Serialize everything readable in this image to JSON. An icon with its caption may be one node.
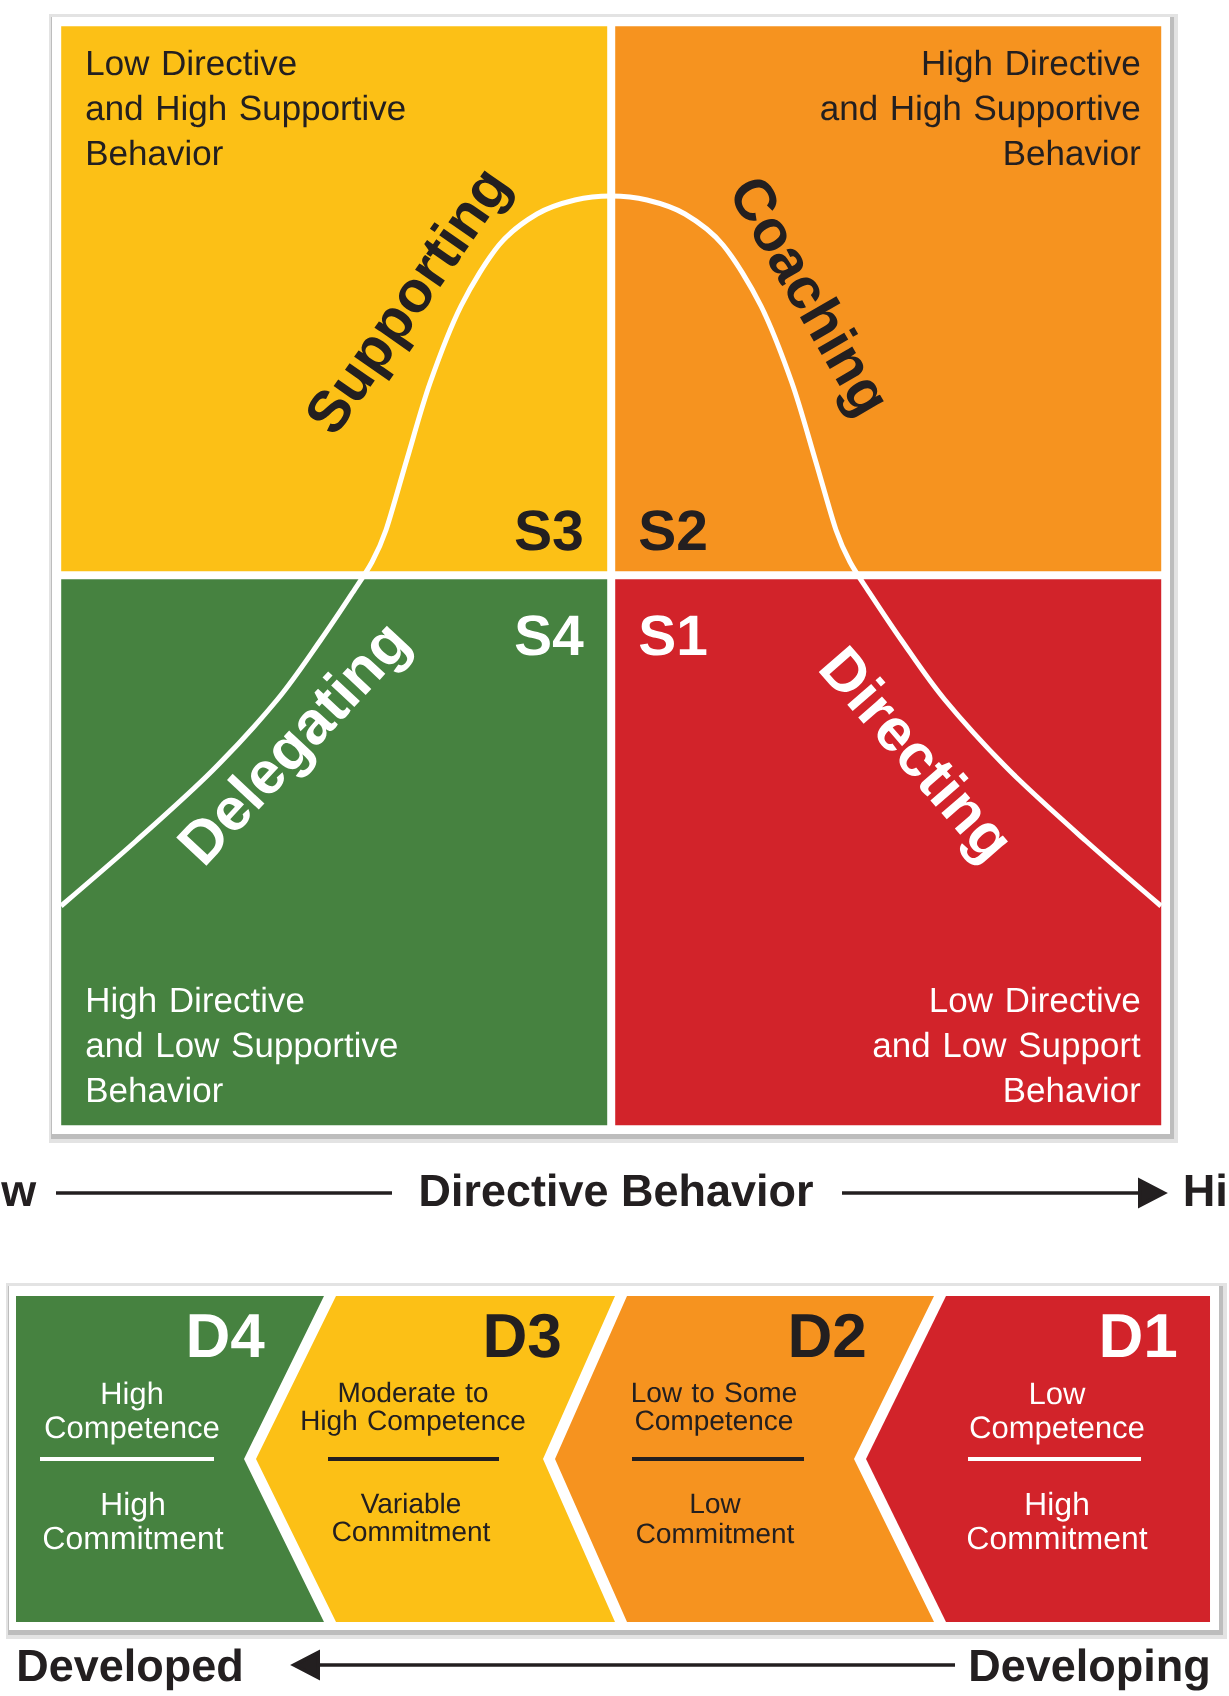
{
  "diagram": {
    "nodes": [
      {
        "text": [
          "Low Directive and High Supportive Behavior",
          "Supporting",
          "S3"
        ]
      },
      {
        "text": [
          "High Directive and High Supportive Behavior",
          "Coaching",
          "S2"
        ]
      },
      {
        "text": [
          "High Directive and Low Supportive Behavior",
          "Delegating",
          "S4"
        ]
      },
      {
        "text": [
          "Low Directive and Low Support Behavior",
          "Directing",
          "S1"
        ]
      },
      {
        "text": [
          "D4",
          "High Competence",
          "High Commitment"
        ]
      },
      {
        "text": [
          "D3",
          "Moderate to High Competence",
          "Variable Commitment"
        ]
      },
      {
        "text": [
          "D2",
          "Low to Some Competence",
          "Low Commitment"
        ]
      },
      {
        "text": [
          "D1",
          "Low Competence",
          "High Commitment"
        ]
      }
    ],
    "labels": [
      "w",
      "Directive Behavior",
      "Hi",
      "Developed",
      "Developing"
    ]
  }
}
